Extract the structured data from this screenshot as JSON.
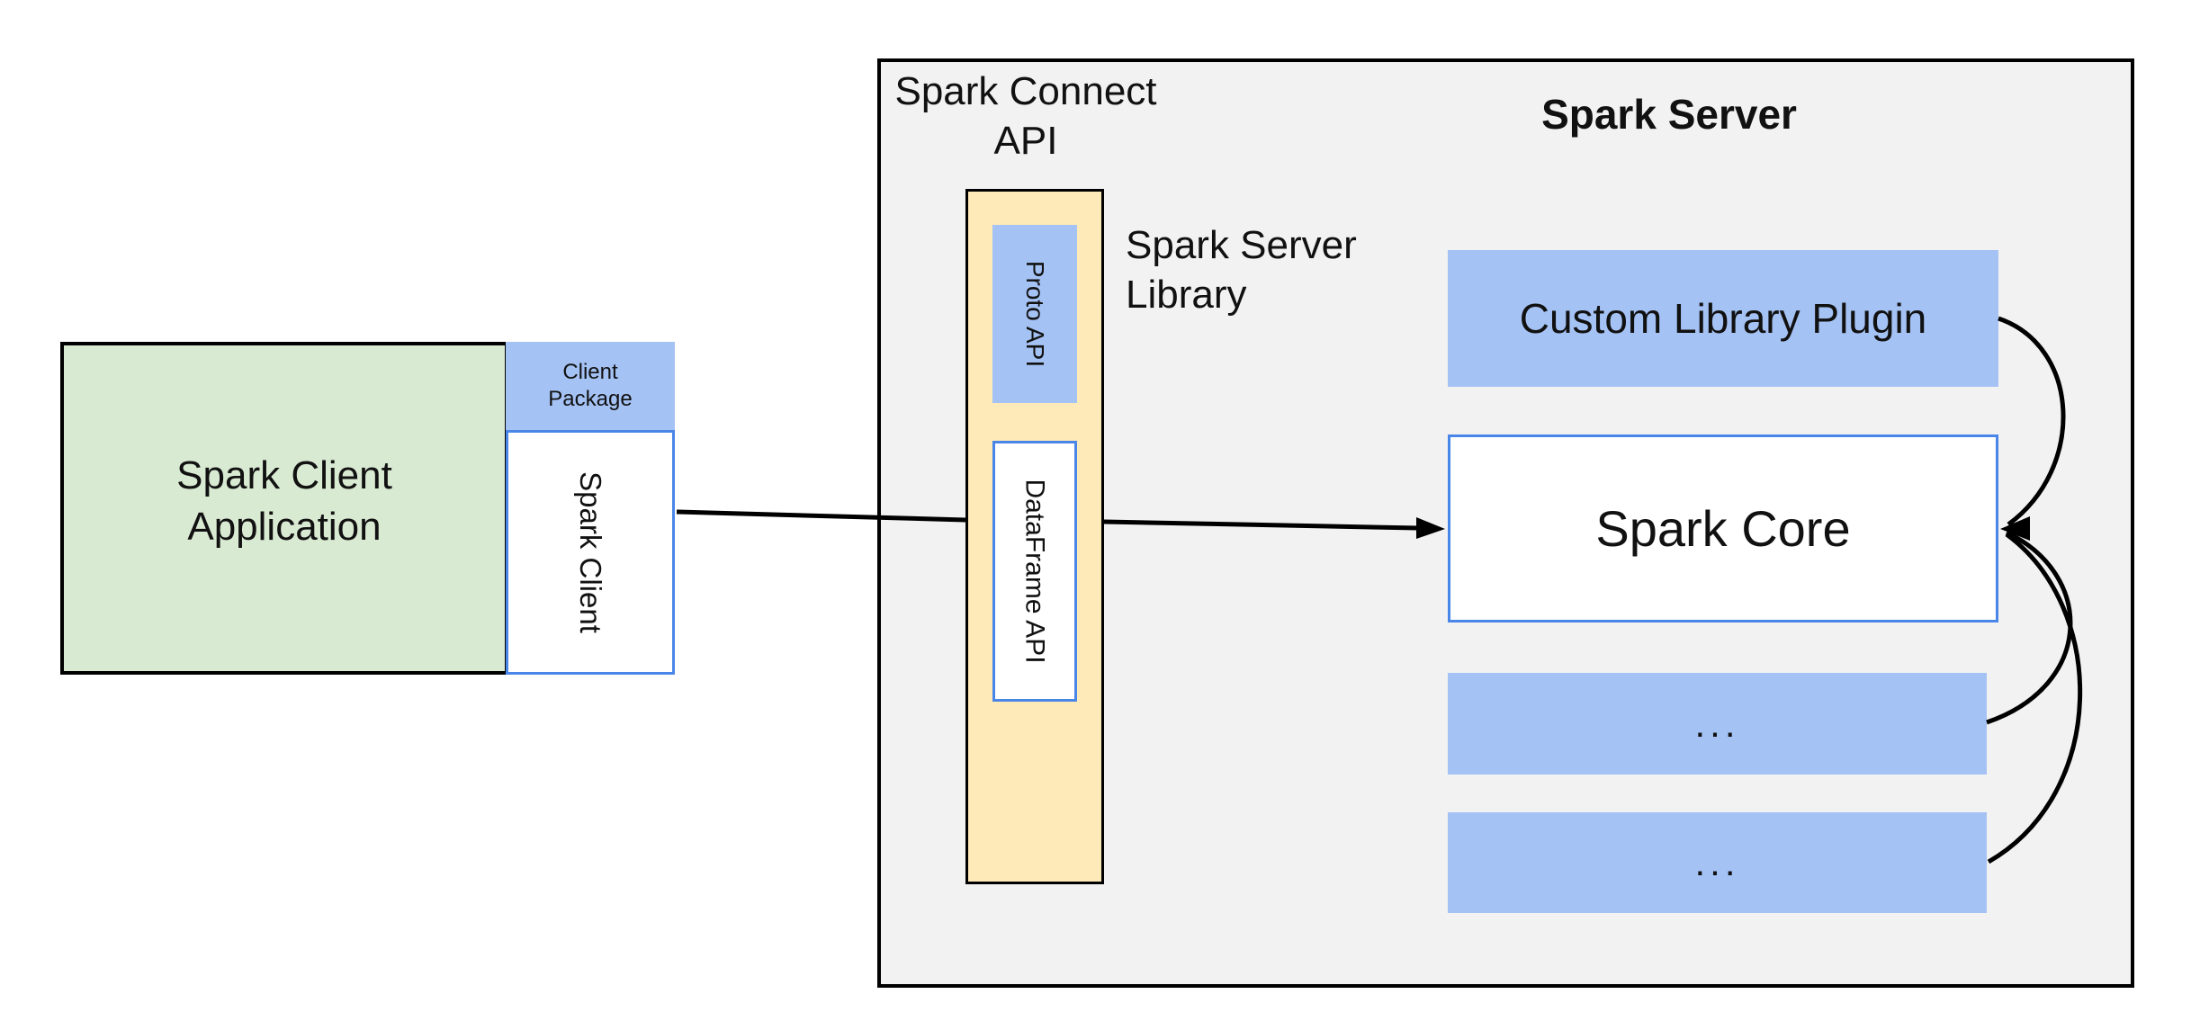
{
  "colors": {
    "green_fill": "#d9ead3",
    "blue_fill": "#a4c2f4",
    "yellow_fill": "#fdeab8",
    "gray_fill": "#f2f2f2",
    "blue_border": "#4a86e8",
    "line_black": "#000000"
  },
  "client": {
    "app_line1": "Spark Client",
    "app_line2": "Application",
    "package_line1": "Client",
    "package_line2": "Package",
    "spark_client": "Spark Client"
  },
  "connect": {
    "label_line1": "Spark Connect",
    "label_line2": "API",
    "proto_api": "Proto API",
    "dataframe_api": "DataFrame API"
  },
  "server": {
    "title": "Spark Server",
    "library_label_line1": "Spark Server",
    "library_label_line2": "Library",
    "plugin": "Custom Library Plugin",
    "core": "Spark Core",
    "dots1": "...",
    "dots2": "..."
  }
}
